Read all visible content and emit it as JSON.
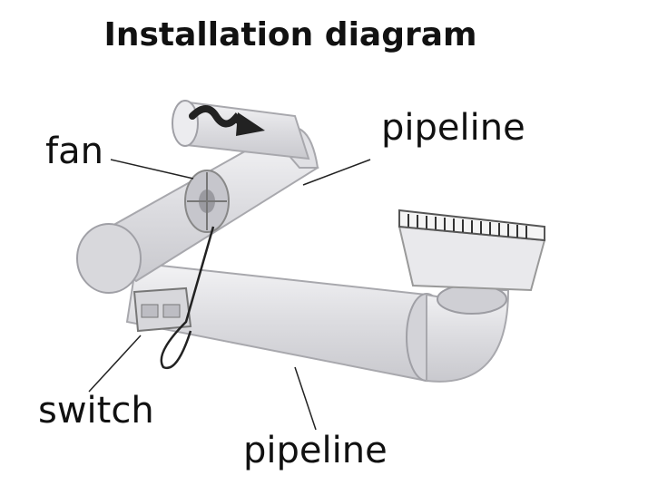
{
  "title": "Installation diagram",
  "labels": {
    "fan": "fan",
    "pipeline_top": "pipeline",
    "switch": "switch",
    "pipeline_bottom": "pipeline"
  },
  "colors": {
    "pipe_fill": "#e4e4e8",
    "pipe_stroke": "#a8a8ad",
    "leader": "#222222",
    "text": "#111111"
  },
  "icons": [
    "airflow-arrow-icon",
    "fan-icon",
    "switch-box-icon",
    "vent-grille-icon"
  ]
}
